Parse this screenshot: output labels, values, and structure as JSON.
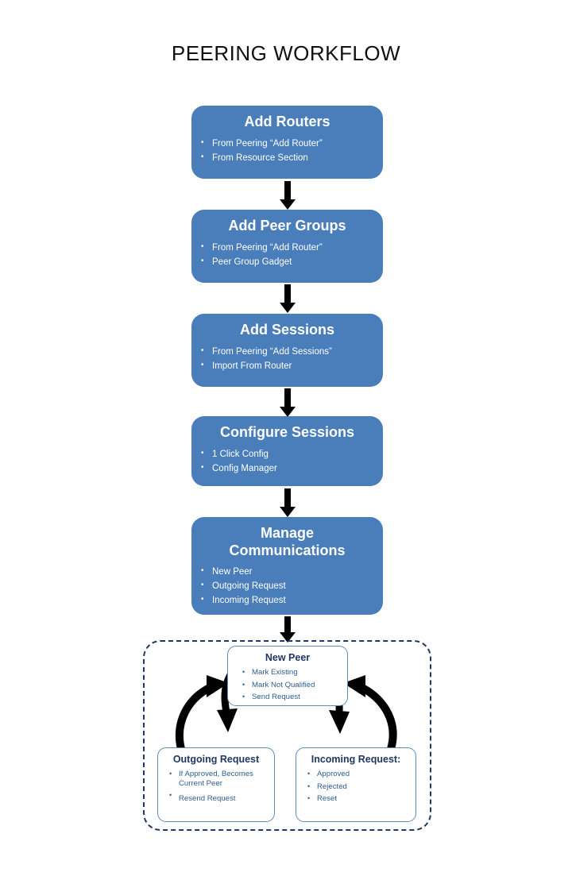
{
  "page": {
    "title": "PEERING WORKFLOW",
    "colors": {
      "box_fill": "#4A7EBB",
      "box_text": "#FFFFFF",
      "sub_border": "#5B8DB8",
      "sub_title_text": "#1F3864",
      "sub_body_text": "#2E5E8E",
      "dashed_border": "#1F3864",
      "arrow": "#000000",
      "background": "#FFFFFF"
    }
  },
  "flow": {
    "steps": [
      {
        "title": "Add Routers",
        "items": [
          "From  Peering “Add Router”",
          "From Resource Section"
        ]
      },
      {
        "title": "Add Peer Groups",
        "items": [
          "From  Peering “Add Router”",
          "Peer Group Gadget"
        ]
      },
      {
        "title": "Add Sessions",
        "items": [
          "From  Peering “Add Sessions”",
          "Import  From Router"
        ]
      },
      {
        "title": "Configure Sessions",
        "items": [
          "1 Click Config",
          "Config Manager"
        ]
      },
      {
        "title": "Manage Communications",
        "items": [
          "New Peer",
          "Outgoing Request",
          "Incoming Request"
        ]
      }
    ],
    "connector_icon": "down-arrow-icon"
  },
  "cycle": {
    "new_peer": {
      "title": "New Peer",
      "items": [
        "Mark Existing",
        "Mark Not Qualified",
        "Send Request"
      ]
    },
    "outgoing": {
      "title": "Outgoing Request",
      "items": [
        "If Approved, Becomes Current Peer",
        "Resend Request"
      ]
    },
    "incoming": {
      "title": "Incoming Request:",
      "items": [
        "Approved",
        "Rejected",
        "Reset"
      ]
    },
    "arrows": [
      {
        "name": "new-peer-to-outgoing",
        "icon": "curved-arrow-icon"
      },
      {
        "name": "new-peer-to-incoming",
        "icon": "curved-arrow-icon"
      },
      {
        "name": "outgoing-to-new-peer",
        "icon": "curved-arrow-icon"
      },
      {
        "name": "incoming-to-new-peer",
        "icon": "curved-arrow-icon"
      }
    ]
  }
}
